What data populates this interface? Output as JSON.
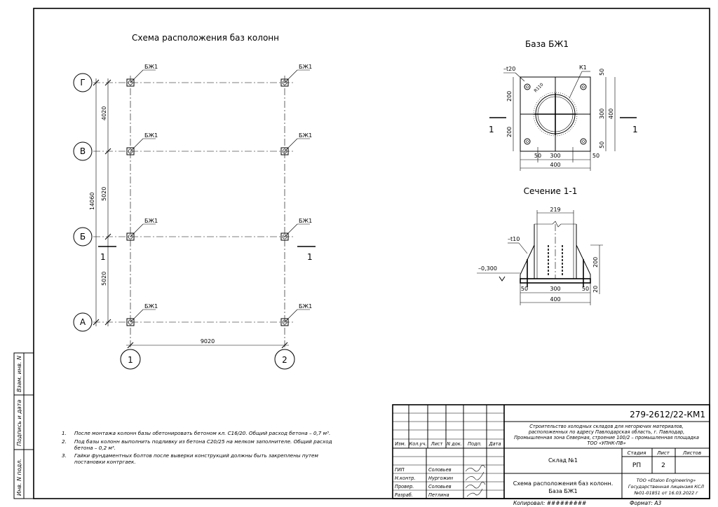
{
  "scheme": {
    "title": "Схема расположения баз колонн",
    "base_label": "БЖ1",
    "rows": [
      "Г",
      "В",
      "Б",
      "А"
    ],
    "cols": [
      "1",
      "2"
    ],
    "dims_left": [
      "4020",
      "5020",
      "5020"
    ],
    "dim_total": "14060",
    "dim_bottom": "9020",
    "section_mark": "1"
  },
  "base": {
    "title": "База БЖ1",
    "plate": "–t20",
    "col": "К1",
    "radius": "R110",
    "dims": [
      "50",
      "300",
      "50",
      "400",
      "200",
      "200",
      "300",
      "400",
      "50",
      "50"
    ],
    "section_mark": "1"
  },
  "section": {
    "title": "Сечение 1-1",
    "rib": "–t10",
    "level": "–0,300",
    "d219": "219",
    "d200": "200",
    "d20": "20",
    "dims_bottom": [
      "50",
      "300",
      "50",
      "400"
    ]
  },
  "notes": [
    {
      "n": "1.",
      "l1": "После монтажа колонн базы обетонировать бетоном кл. С16/20. Общий расход бетона – 0,7 м³.",
      "l2": ""
    },
    {
      "n": "2.",
      "l1": "Под базы колонн выполнить подливку из бетона С20/25 на мелком заполнителе. Общий расход",
      "l2": "бетона – 0,2 м³."
    },
    {
      "n": "3.",
      "l1": "Гайки фундаментных болтов после выверки конструкций должны быть закреплены путем",
      "l2": "постановки контргаек."
    }
  ],
  "side": {
    "v1": "Взам. инв. N",
    "v2": "Подпись и дата",
    "v3": "Инв. N подл."
  },
  "stamp": {
    "code": "279-2612/22-КМ1",
    "desc": [
      "Строительство холодных складов для негорючих материалов,",
      "расположенных по адресу Павлодарская область, г. Павлодар,",
      "Промышленная зона Северная, строение  100/2 – промышленная площадка",
      "ТОО «УПНК-ПВ»"
    ],
    "heads": [
      "Изм.",
      "Кол.уч.",
      "Лист",
      "N док.",
      "Подп.",
      "Дата"
    ],
    "roles": [
      "ГИП",
      "Н.контр.",
      "Провер.",
      "Разраб."
    ],
    "names": [
      "Соловьев",
      "Нургожин",
      "Соловьев",
      "Петлина"
    ],
    "object": "Склад №1",
    "stage_h": "Стадия",
    "sheet_h": "Лист",
    "sheets_h": "Листов",
    "stage": "РП",
    "sheet": "2",
    "sheets": "",
    "dwg": [
      "Схема расположения баз колонн.",
      "База БЖ1"
    ],
    "org": [
      "ТОО «Etalon Engineering»",
      "Государственная лицензия КСЛ",
      "№01-01851 от 16.03.2022 г"
    ]
  },
  "footer": {
    "copy": "Копировал: #########",
    "format": "Формат: А3"
  }
}
